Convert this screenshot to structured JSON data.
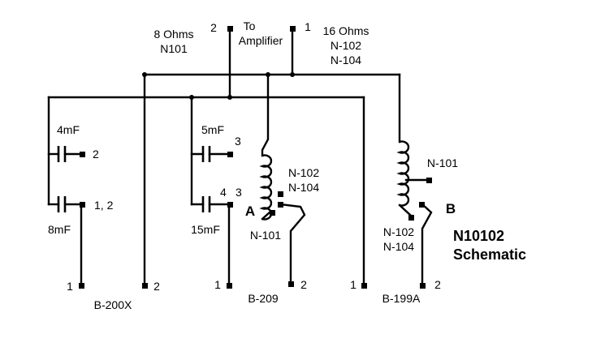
{
  "top": {
    "to_amp_line1": "To",
    "to_amp_line2": "Amplifier",
    "term2": "2",
    "term1": "1",
    "ohms8_line1": "8 Ohms",
    "ohms8_line2": "N101",
    "ohms16_line1": "16 Ohms",
    "ohms16_line2": "N-102",
    "ohms16_line3": "N-104"
  },
  "caps": {
    "c4mf": "4mF",
    "c8mf": "8mF",
    "c5mf": "5mF",
    "c15mf": "15mF",
    "c4mf_term": "2",
    "c8mf_term": "1, 2",
    "c5mf_term": "3",
    "c15mf_term_a": "4",
    "c15mf_term_b": "3"
  },
  "transformer_a": {
    "letter": "A",
    "tap_label_line1": "N-102",
    "tap_label_line2": "N-104",
    "bottom_label": "N-101"
  },
  "transformer_b": {
    "letter": "B",
    "tap_label": "N-101",
    "bottom_label_line1": "N-102",
    "bottom_label_line2": "N-104"
  },
  "title": {
    "line1": "N10102",
    "line2": "Schematic"
  },
  "plugs": [
    {
      "name": "B-200X",
      "pin_left": "1",
      "pin_right": "2"
    },
    {
      "name": "B-209",
      "pin_left": "1",
      "pin_right": "2"
    },
    {
      "name": "B-199A",
      "pin_left": "1",
      "pin_right": "2"
    }
  ]
}
